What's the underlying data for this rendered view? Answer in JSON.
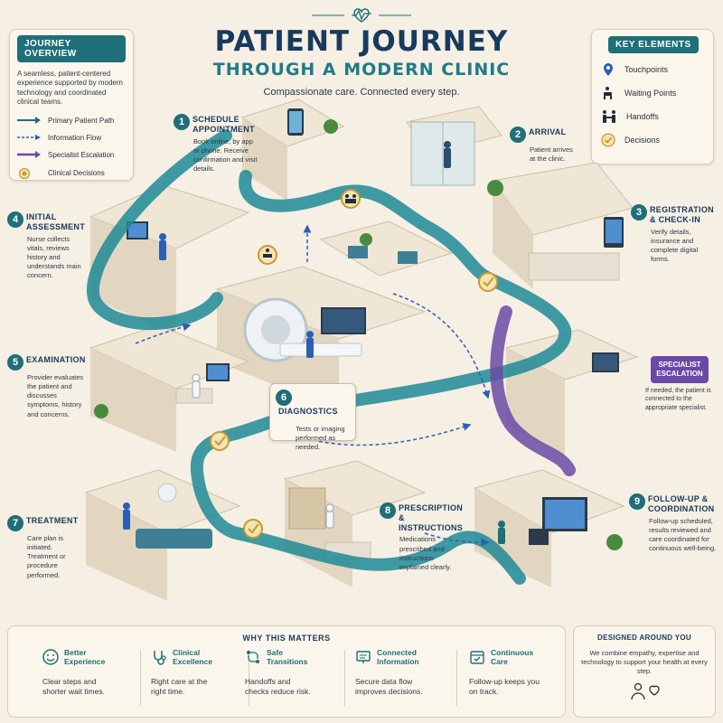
{
  "header": {
    "title_line1": "PATIENT JOURNEY",
    "title_line2": "THROUGH A MODERN CLINIC",
    "subtitle": "Compassionate care. Connected every step."
  },
  "journey_overview": {
    "title": "JOURNEY OVERVIEW",
    "description": "A seamless, patient-centered experience supported by modern technology and coordinated clinical teams.",
    "legend": [
      {
        "icon": "solid-arrow-icon",
        "label": "Primary Patient Path",
        "color": "#1e6f78"
      },
      {
        "icon": "dashed-arrow-icon",
        "label": "Information Flow",
        "color": "#2b5fb3"
      },
      {
        "icon": "purple-arrow-icon",
        "label": "Specialist Escalation",
        "color": "#6a4aa6"
      },
      {
        "icon": "decision-check-icon",
        "label": "Clinical Decisions",
        "color": "#c99a2e"
      }
    ]
  },
  "key_elements": {
    "title": "KEY ELEMENTS",
    "items": [
      {
        "icon": "pin-icon",
        "label": "Touchpoints"
      },
      {
        "icon": "waiting-chair-icon",
        "label": "Waiting Points"
      },
      {
        "icon": "handoff-icon",
        "label": "Handoffs"
      },
      {
        "icon": "decision-icon",
        "label": "Decisions"
      }
    ]
  },
  "steps": [
    {
      "num": "1",
      "title": "SCHEDULE APPOINTMENT",
      "desc": "Book online, by app or phone. Receive confirmation and visit details."
    },
    {
      "num": "2",
      "title": "ARRIVAL",
      "desc": "Patient arrives at the clinic."
    },
    {
      "num": "3",
      "title": "REGISTRATION & CHECK-IN",
      "desc": "Verify details, insurance and complete digital forms."
    },
    {
      "num": "4",
      "title": "INITIAL ASSESSMENT",
      "desc": "Nurse collects vitals, reviews history and understands main concern."
    },
    {
      "num": "5",
      "title": "EXAMINATION",
      "desc": "Provider evaluates the patient and discusses symptoms, history and concerns."
    },
    {
      "num": "6",
      "title": "DIAGNOSTICS",
      "desc": "Tests or imaging performed as needed."
    },
    {
      "num": "7",
      "title": "TREATMENT",
      "desc": "Care plan is initiated. Treatment or procedure performed."
    },
    {
      "num": "8",
      "title": "PRESCRIPTION & INSTRUCTIONS",
      "desc": "Medications prescribed and instructions explained clearly."
    },
    {
      "num": "9",
      "title": "FOLLOW-UP & COORDINATION",
      "desc": "Follow-up scheduled, results reviewed and care coordinated for continuous well-being."
    }
  ],
  "specialist": {
    "badge": "SPECIALIST ESCALATION",
    "desc": "If needed, the patient is connected to the appropriate specialist."
  },
  "why_matters": {
    "title": "WHY THIS MATTERS",
    "items": [
      {
        "icon": "smile-icon",
        "title": "Better Experience",
        "desc": "Clear steps and shorter wait times."
      },
      {
        "icon": "stethoscope-icon",
        "title": "Clinical Excellence",
        "desc": "Right care at the right time."
      },
      {
        "icon": "transition-icon",
        "title": "Safe Transitions",
        "desc": "Handoffs and checks reduce risk."
      },
      {
        "icon": "data-icon",
        "title": "Connected Information",
        "desc": "Secure data flow improves decisions."
      },
      {
        "icon": "calendar-check-icon",
        "title": "Continuous Care",
        "desc": "Follow-up keeps you on track."
      }
    ]
  },
  "designed": {
    "title": "DESIGNED AROUND YOU",
    "desc": "We combine empathy, expertise and technology to support your health at every step.",
    "icon": "person-heart-icon"
  }
}
